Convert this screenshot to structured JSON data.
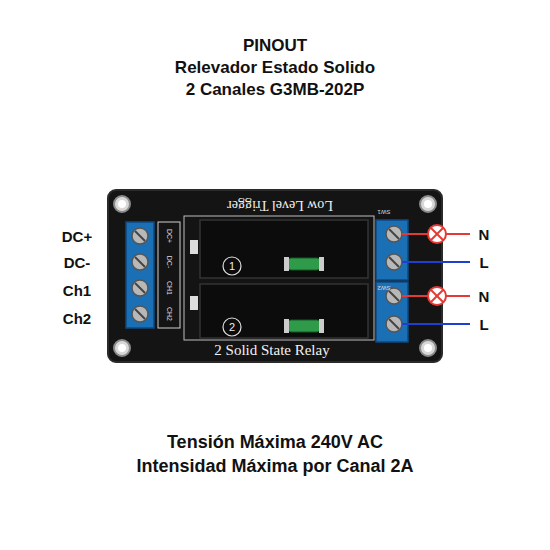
{
  "diagram": {
    "title": "PINOUT",
    "labels": [
      "Relevador Estado Solido",
      "2 Canales G3MB-202P",
      "DC+",
      "DC-",
      "Ch1",
      "Ch2",
      "N",
      "L",
      "N",
      "L",
      "Low Level Trigger",
      "2 Solid State Relay",
      "1",
      "2",
      "SW1",
      "SW2",
      "DC+",
      "DC-",
      "CH1",
      "CH2",
      "Tensión Máxima 240V AC",
      "Intensidad Máxima por Canal 2A"
    ]
  }
}
